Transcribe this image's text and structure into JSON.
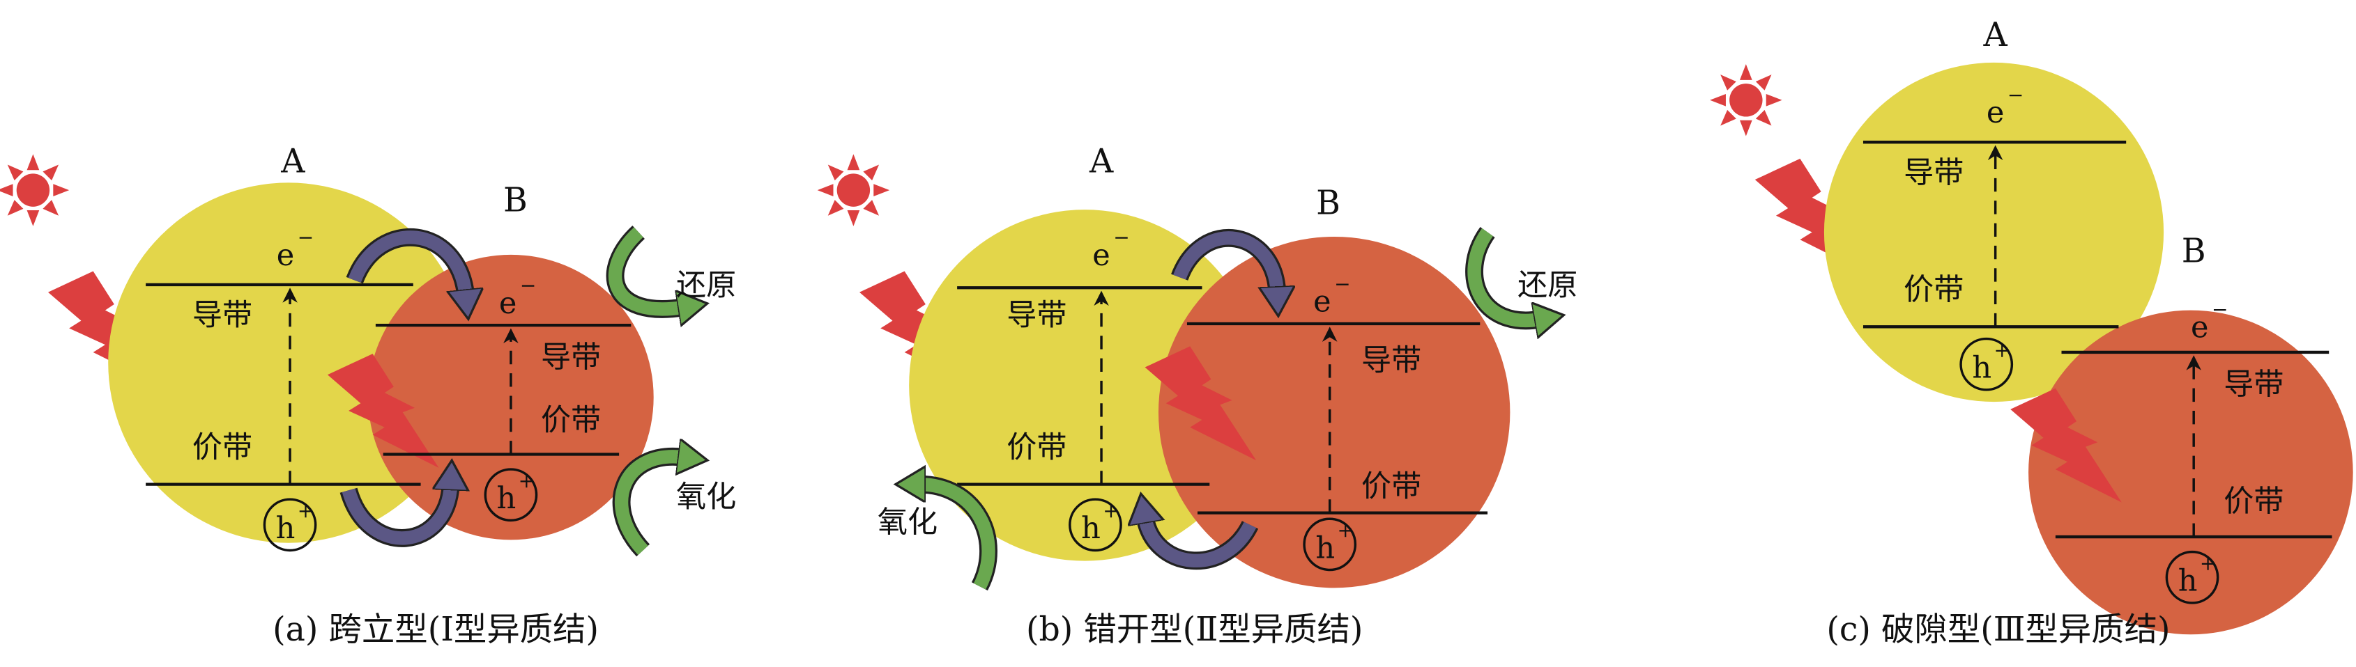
{
  "colors": {
    "material_A": "#E3D64A",
    "material_B": "#D56342",
    "light": "#DC3F3F",
    "electron_transfer_arrow": "#5B5785",
    "redox_arrow": "#6AA84F"
  },
  "panels": [
    {
      "label_A": "A",
      "label_B": "B",
      "conduction_band": "导带",
      "valence_band": "价带",
      "electron": "e",
      "minus": "−",
      "hole": "h",
      "plus": "+",
      "reduction": "还原",
      "oxidation": "氧化",
      "caption": "(a) 跨立型(Ⅰ型异质结)"
    },
    {
      "label_A": "A",
      "label_B": "B",
      "conduction_band": "导带",
      "valence_band": "价带",
      "electron": "e",
      "minus": "−",
      "hole": "h",
      "plus": "+",
      "reduction": "还原",
      "oxidation": "氧化",
      "caption": "(b) 错开型(Ⅱ型异质结)"
    },
    {
      "label_A": "A",
      "label_B": "B",
      "conduction_band": "导带",
      "valence_band": "价带",
      "electron": "e",
      "minus": "−",
      "hole": "h",
      "plus": "+",
      "caption": "(c) 破隙型(Ⅲ型异质结)"
    }
  ]
}
